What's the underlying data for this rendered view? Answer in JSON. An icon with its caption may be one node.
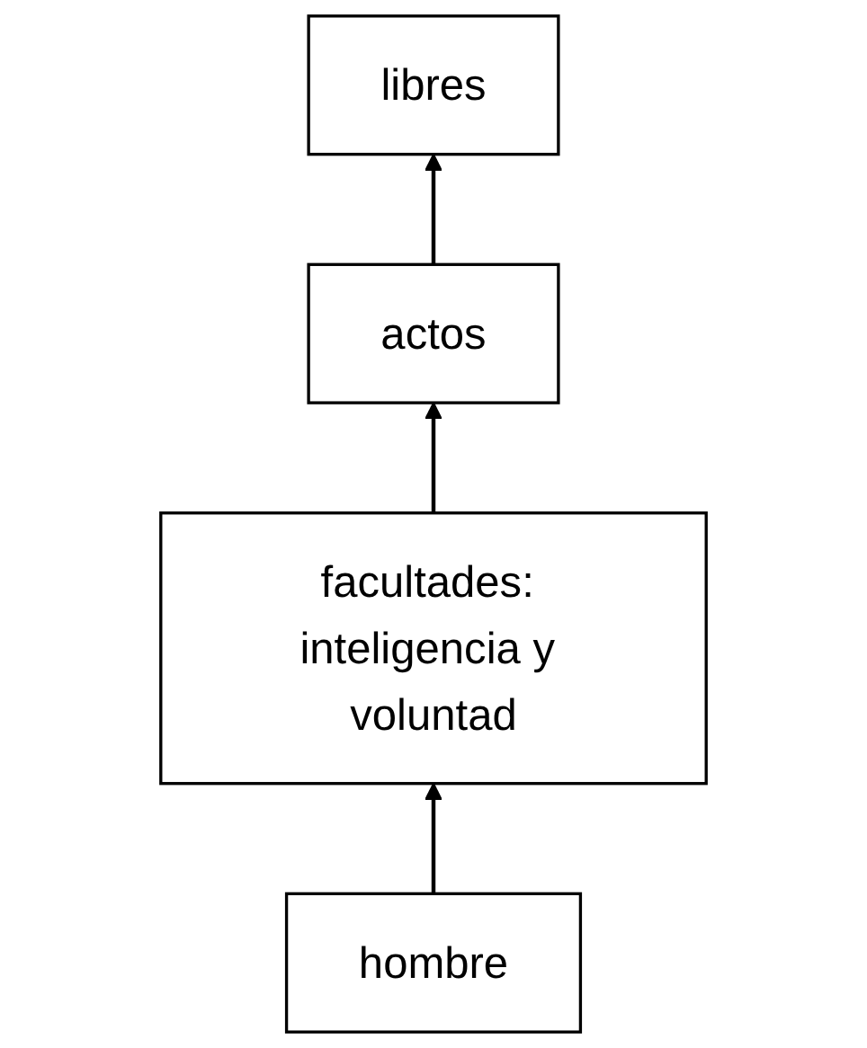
{
  "diagram": {
    "nodes": [
      {
        "text": [
          "libres"
        ]
      },
      {
        "text": [
          "actos"
        ]
      },
      {
        "text": [
          "facultades: inteligencia y voluntad"
        ]
      },
      {
        "text": [
          "hombre"
        ]
      }
    ],
    "edges": [
      {
        "from": 3,
        "to": 2,
        "arrow": "to"
      },
      {
        "from": 2,
        "to": 1,
        "arrow": "to"
      },
      {
        "from": 1,
        "to": 0,
        "arrow": "to"
      }
    ]
  }
}
